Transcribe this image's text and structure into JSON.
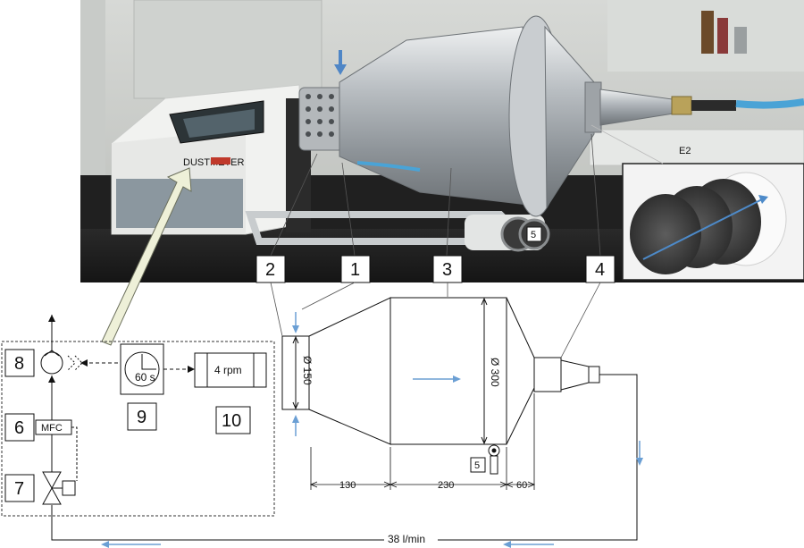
{
  "callouts": {
    "c1": "1",
    "c2": "2",
    "c3": "3",
    "c4": "4",
    "c5": "5",
    "c5b": "5",
    "c6": "6",
    "c7": "7",
    "c8": "8",
    "c9": "9",
    "c10": "10"
  },
  "dimensions": {
    "d150": "Ø 150",
    "d300": "Ø 300",
    "d130": "130",
    "d230": "230",
    "d60": "60"
  },
  "labels": {
    "rpm": "4 rpm",
    "timer": "60 s",
    "mfc": "MFC",
    "flow": "38 l/min"
  },
  "photo_text": {
    "brand": "DUSTMETER",
    "ref": "E2"
  },
  "colors": {
    "flow_arrow": "#6b9fd4",
    "pointer_arrow": "#e8ecd2"
  }
}
